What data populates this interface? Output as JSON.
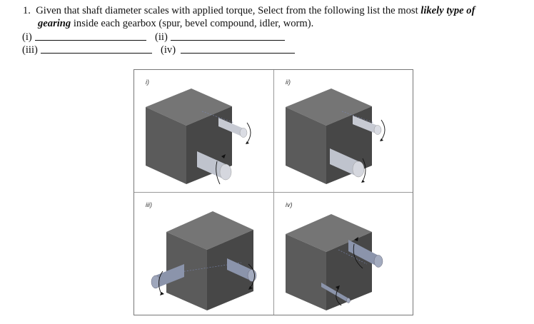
{
  "question": {
    "number": "1.",
    "text_part1": "Given that shaft diameter scales with applied torque, Select from the following list the most ",
    "emphasis1": "likely type of",
    "emphasis2": "gearing",
    "text_part2": " inside each gearbox (spur, bevel compound, idler, worm)."
  },
  "answers": [
    {
      "label": "(i)",
      "line": "____________________"
    },
    {
      "label": "(ii)",
      "line": "____________________"
    },
    {
      "label": "(iii)",
      "line": "____________________"
    },
    {
      "label": "(iv)",
      "line": "____________________"
    }
  ],
  "figure": {
    "panels": [
      {
        "label": "i)",
        "shafts": [
          "small-upper-right",
          "large-lower-left"
        ]
      },
      {
        "label": "ii)",
        "shafts": [
          "small-upper-right",
          "large-lower-left"
        ]
      },
      {
        "label": "iii)",
        "shafts": [
          "left-side",
          "right-side"
        ]
      },
      {
        "label": "iv)",
        "shafts": [
          "large-upper-right",
          "small-lower"
        ]
      }
    ],
    "colors": {
      "box_front": "#5a5a5a",
      "box_top": "#737373",
      "box_side": "#444444",
      "shaft_light": "#c9ccd6",
      "shaft_blue": "#8d96ad",
      "arrow": "#111111"
    }
  }
}
